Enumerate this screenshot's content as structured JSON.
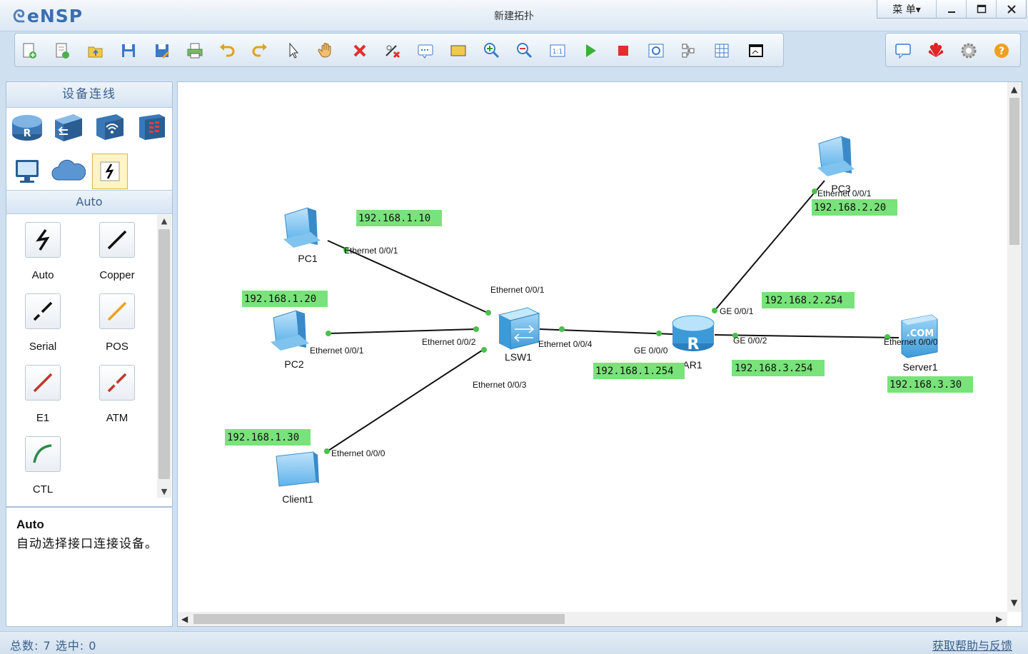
{
  "app": {
    "logo": "eNSP",
    "window_title": "新建拓扑",
    "menu_label": "菜 单▾"
  },
  "toolbar": {
    "left_icons": [
      "new-topology-icon",
      "new-example-icon",
      "open-icon",
      "save-icon",
      "save-as-icon",
      "print-icon",
      "undo-icon",
      "redo-icon",
      "select-icon",
      "pan-icon",
      "delete-icon",
      "delete-link-icon",
      "add-text-icon",
      "add-shape-icon",
      "zoom-in-icon",
      "zoom-out-icon",
      "fit-icon",
      "start-all-icon",
      "stop-all-icon",
      "capture-icon",
      "topology-icon",
      "grid-icon",
      "console-icon"
    ],
    "right_icons": [
      "chat-icon",
      "huawei-icon",
      "settings-icon",
      "help-icon"
    ]
  },
  "left_panel": {
    "header": "设备连线",
    "device_categories": [
      "router-icon",
      "switch-icon",
      "wlan-icon",
      "firewall-icon",
      "terminal-icon",
      "cloud-icon",
      "cable-icon"
    ],
    "selected_category": "Auto",
    "cables": [
      {
        "label": "Auto",
        "icon": "auto-cable-icon",
        "color": "#111111"
      },
      {
        "label": "Copper",
        "icon": "copper-cable-icon",
        "color": "#111111"
      },
      {
        "label": "Serial",
        "icon": "serial-cable-icon",
        "color": "#111111"
      },
      {
        "label": "POS",
        "icon": "pos-cable-icon",
        "color": "#f0a020"
      },
      {
        "label": "E1",
        "icon": "e1-cable-icon",
        "color": "#c0382b"
      },
      {
        "label": "ATM",
        "icon": "atm-cable-icon",
        "color": "#c0382b"
      },
      {
        "label": "CTL",
        "icon": "ctl-cable-icon",
        "color": "#2d8a4a"
      }
    ],
    "desc_title": "Auto",
    "desc_text": "自动选择接口连接设备。"
  },
  "topology": {
    "devices": [
      {
        "id": "pc1",
        "label": "PC1",
        "type": "pc"
      },
      {
        "id": "pc2",
        "label": "PC2",
        "type": "pc"
      },
      {
        "id": "pc3",
        "label": "PC3",
        "type": "pc"
      },
      {
        "id": "client1",
        "label": "Client1",
        "type": "client"
      },
      {
        "id": "lsw1",
        "label": "LSW1",
        "type": "switch"
      },
      {
        "id": "ar1",
        "label": "AR1",
        "type": "router"
      },
      {
        "id": "server1",
        "label": "Server1",
        "type": "server"
      }
    ],
    "port_labels": [
      "Ethernet 0/0/1",
      "Ethernet 0/0/1",
      "Ethernet 0/0/2",
      "Ethernet 0/0/1",
      "Ethernet 0/0/4",
      "GE 0/0/0",
      "Ethernet 0/0/3",
      "Ethernet 0/0/0",
      "GE 0/0/1",
      "Ethernet 0/0/1",
      "GE 0/0/2",
      "Ethernet 0/0/0"
    ],
    "ip_labels": [
      "192.168.1.10",
      "192.168.1.20",
      "192.168.1.30",
      "192.168.1.254",
      "192.168.2.20",
      "192.168.2.254",
      "192.168.3.254",
      "192.168.3.30"
    ],
    "ip_label_color": "#79e27a",
    "port_dot_color": "#4cc04c"
  },
  "status": {
    "text": "总数: 7 选中: 0",
    "help": "获取帮助与反馈"
  }
}
